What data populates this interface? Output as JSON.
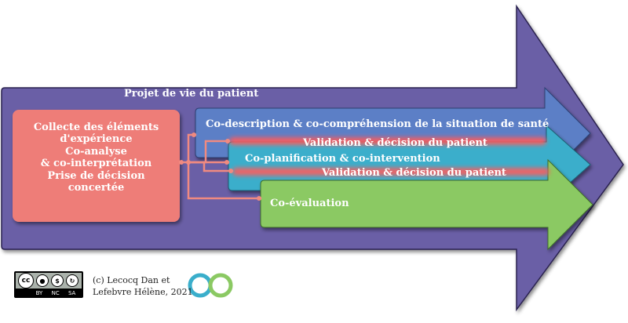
{
  "diagram": {
    "title": "Projet de vie du patient",
    "left_box_lines": [
      "Collecte des éléments",
      "d'expérience",
      "Co-analyse",
      "& co-interprétation",
      "Prise de décision",
      "concertée"
    ],
    "arrows": [
      {
        "label": "Co-description & co-compréhension de la situation de santé",
        "color": "#5b7fc6"
      },
      {
        "label": "Co-planification & co-intervention",
        "color": "#3aaecb"
      },
      {
        "label": "Co-évaluation",
        "color": "#8bc963"
      }
    ],
    "validation_1": "Validation & décision du patient",
    "validation_2": "Validation & décision du patient",
    "colors": {
      "big_arrow": "#6b5ea6",
      "left_box": "#ee7d78",
      "connector": "#f08a80",
      "glow": "#ff5b5b"
    }
  },
  "footer": {
    "license_badge": {
      "top": [
        "cc",
        "person-icon",
        "no-dollar-icon",
        "share-icon"
      ],
      "bottom": [
        "BY",
        "NC",
        "SA"
      ]
    },
    "copyright_lines": [
      "(c) Lecocq Dan et",
      "Lefebvre Hélène, 2021"
    ]
  }
}
